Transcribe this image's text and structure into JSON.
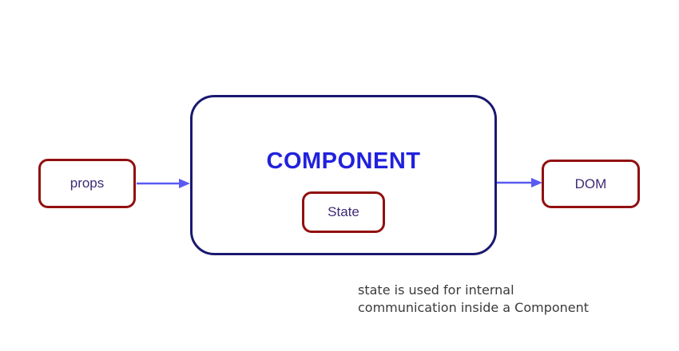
{
  "diagram": {
    "component": {
      "label": "COMPONENT"
    },
    "state": {
      "label": "State"
    },
    "props": {
      "label": "props"
    },
    "dom": {
      "label": "DOM"
    },
    "caption": {
      "line1": "state is used for internal",
      "line2": "communication inside a Component"
    },
    "colors": {
      "component_border": "#191970",
      "component_title": "#2121de",
      "small_box_border": "#911010",
      "label_text": "#3d2b75",
      "arrow": "#5a5af2",
      "caption_text": "#3a3a3a",
      "background": "#ffffff"
    }
  }
}
